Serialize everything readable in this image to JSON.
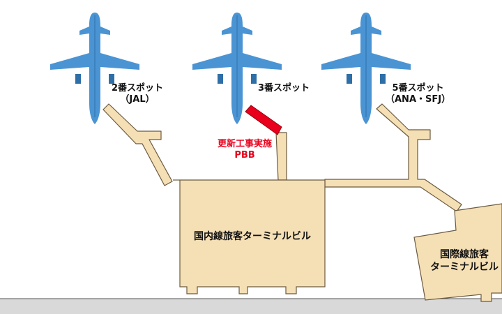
{
  "spots": [
    {
      "name": "2番スポット",
      "operator": "（JAL）"
    },
    {
      "name": "3番スポット",
      "operator": ""
    },
    {
      "name": "5番スポット",
      "operator": "（ANA・SFJ）"
    }
  ],
  "pbb_note": {
    "line1": "更新工事実施",
    "line2": "PBB"
  },
  "domestic_terminal": "国内線旅客ターミナルビル",
  "international_terminal": {
    "line1": "国際線旅客",
    "line2": "ターミナルビル"
  },
  "colors": {
    "aircraft": "#4a94d4",
    "aircraft_dark": "#2f6fa8",
    "terminal_fill": "#f5dfb5",
    "terminal_stroke": "#6b5a40",
    "pbb_highlight": "#e8001c",
    "apron": "#d9d9d9"
  }
}
